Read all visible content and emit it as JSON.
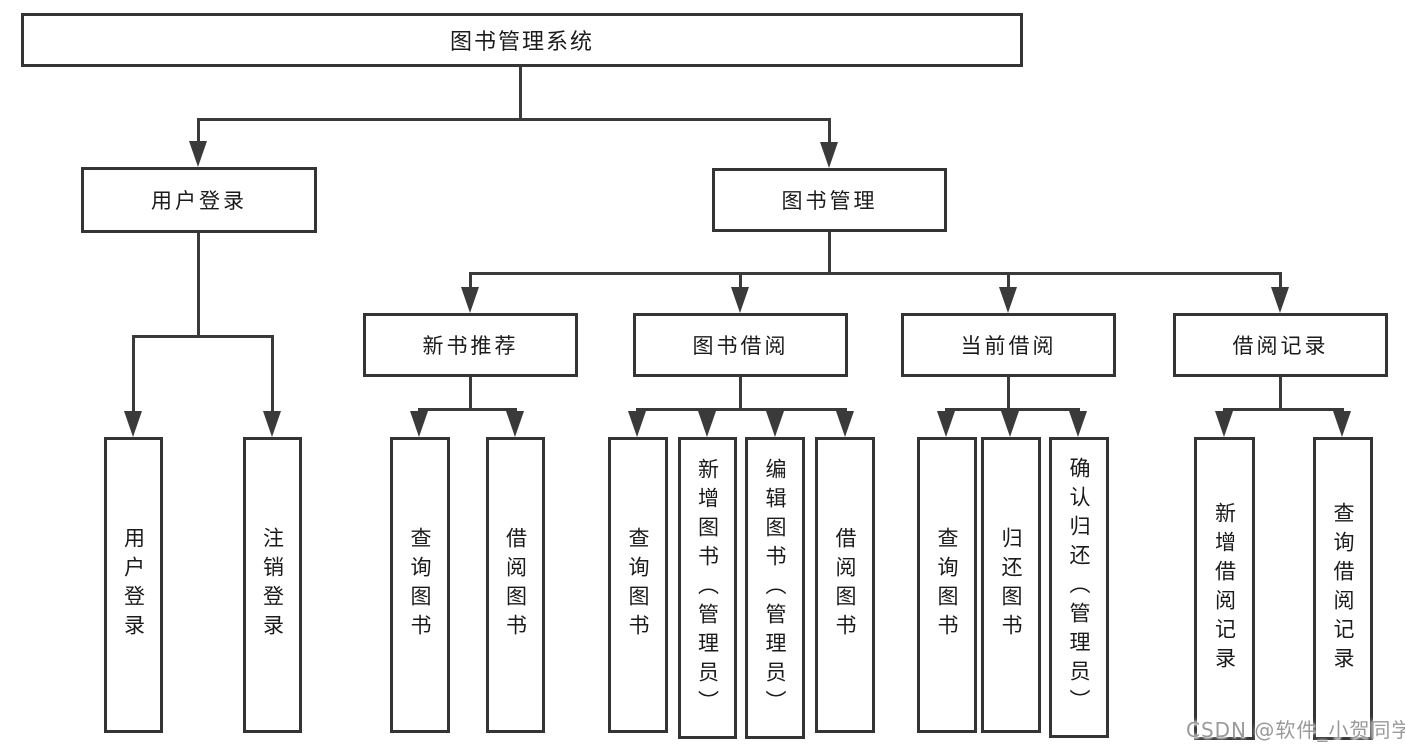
{
  "tree": {
    "root": "图书管理系统",
    "branches": [
      {
        "label": "用户登录",
        "children": [
          "用户登录",
          "注销登录"
        ]
      },
      {
        "label": "图书管理",
        "children": [
          {
            "label": "新书推荐",
            "children": [
              "查询图书",
              "借阅图书"
            ]
          },
          {
            "label": "图书借阅",
            "children": [
              "查询图书",
              "新增图书（管理员）",
              "编辑图书（管理员）",
              "借阅图书"
            ]
          },
          {
            "label": "当前借阅",
            "children": [
              "查询图书",
              "归还图书",
              "确认归还（管理员）"
            ]
          },
          {
            "label": "借阅记录",
            "children": [
              "新增借阅记录",
              "查询借阅记录"
            ]
          }
        ]
      }
    ]
  },
  "watermark": {
    "text": "CSDN @软件_小贺同学"
  },
  "colors": {
    "line": "#3a3a3a",
    "border": "#343434",
    "text": "#1b1b1b",
    "watermark": "#9a9a9a",
    "background": "#ffffff"
  }
}
